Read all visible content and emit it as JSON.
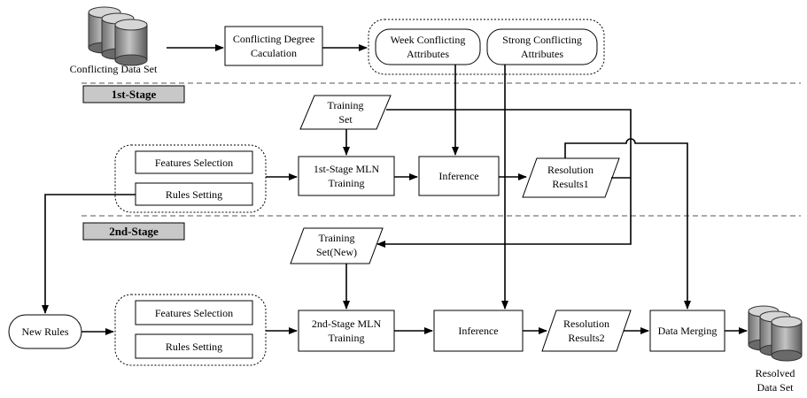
{
  "inputs": {
    "conflicting_data_set": "Conflicting Data Set"
  },
  "top": {
    "degree_line1": "Conflicting Degree",
    "degree_line2": "Caculation",
    "week_line1": "Week Conflicting",
    "week_line2": "Attributes",
    "strong_line1": "Strong Conflicting",
    "strong_line2": "Attributes"
  },
  "stage1": {
    "label": "1st-Stage",
    "training_set_line1": "Training",
    "training_set_line2": "Set",
    "features_selection": "Features Selection",
    "rules_setting": "Rules Setting",
    "mln_line1": "1st-Stage MLN",
    "mln_line2": "Training",
    "inference": "Inference",
    "results_line1": "Resolution",
    "results_line2": "Results1"
  },
  "stage2": {
    "label": "2nd-Stage",
    "training_set_line1": "Training",
    "training_set_line2": "Set(New)",
    "new_rules": "New Rules",
    "features_selection": "Features Selection",
    "rules_setting": "Rules Setting",
    "mln_line1": "2nd-Stage MLN",
    "mln_line2": "Training",
    "inference": "Inference",
    "results_line1": "Resolution",
    "results_line2": "Results2",
    "data_merging": "Data Merging"
  },
  "outputs": {
    "resolved_line1": "Resolved",
    "resolved_line2": "Data Set"
  }
}
